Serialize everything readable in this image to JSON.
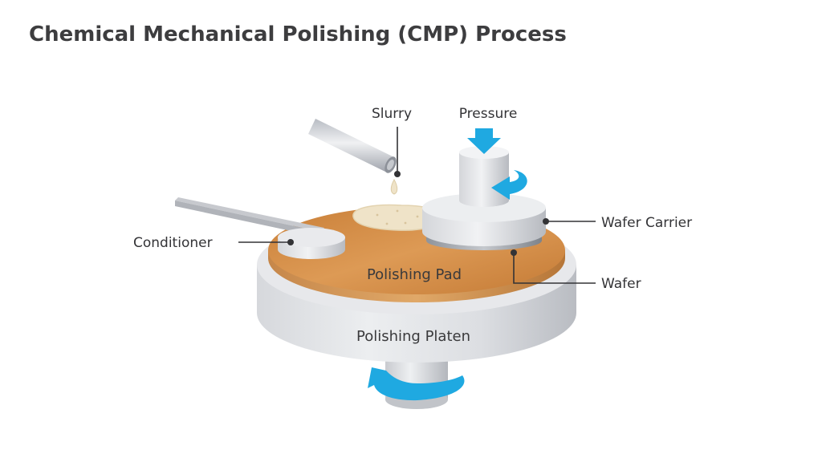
{
  "title": "Chemical Mechanical Polishing (CMP) Process",
  "labels": {
    "slurry": "Slurry",
    "pressure": "Pressure",
    "conditioner": "Conditioner",
    "wafer_carrier": "Wafer Carrier",
    "wafer": "Wafer",
    "polishing_pad": "Polishing Pad",
    "polishing_platen": "Polishing Platen"
  },
  "colors": {
    "title_text": "#3d3d3f",
    "arrow_blue": "#1fa9e1",
    "pad_orange": "#d9904a",
    "slurry_cream": "#efe3c8",
    "metal_gray": "#d4d6da"
  }
}
